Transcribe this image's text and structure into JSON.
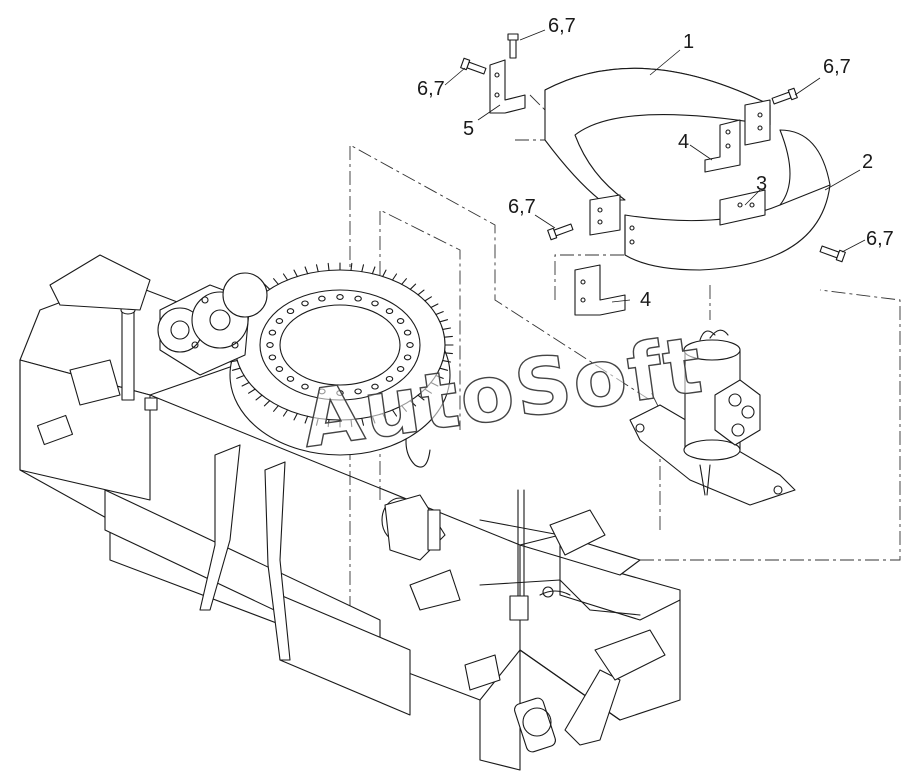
{
  "diagram": {
    "callouts": [
      {
        "id": "c1",
        "text": "1"
      },
      {
        "id": "c2",
        "text": "2"
      },
      {
        "id": "c3",
        "text": "3"
      },
      {
        "id": "c4a",
        "text": "4"
      },
      {
        "id": "c4b",
        "text": "4"
      },
      {
        "id": "c5",
        "text": "5"
      },
      {
        "id": "c67a",
        "text": "6,7"
      },
      {
        "id": "c67b",
        "text": "6,7"
      },
      {
        "id": "c67c",
        "text": "6,7"
      },
      {
        "id": "c67d",
        "text": "6,7"
      },
      {
        "id": "c67e",
        "text": "6,7"
      }
    ]
  },
  "watermark": {
    "text": "AutoSoft"
  }
}
